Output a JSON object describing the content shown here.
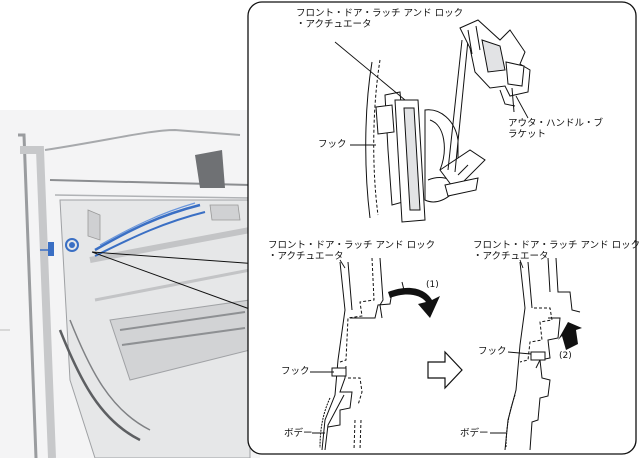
{
  "labels": {
    "top_latch_line1": "フロント・ドア・ラッチ アンド ロック",
    "top_latch_line2": "・アクチュエータ",
    "top_hook": "フック",
    "outer_handle_line1": "アウタ・ハンドル・ブ",
    "outer_handle_line2": "ラケット",
    "left_latch_line1": "フロント・ドア・ラッチ アンド ロック",
    "left_latch_line2": "・アクチュエータ",
    "left_hook": "フック",
    "left_body": "ボデー",
    "step1": "(1)",
    "right_latch_line1": "フロント・ドア・ラッチ アンド ロック",
    "right_latch_line2": "・アクチュエータ",
    "right_hook": "フック",
    "right_body": "ボデー",
    "step2": "(2)"
  },
  "colors": {
    "highlight_blue": "#3a6fc4",
    "line": "#111111",
    "panel_gray": "#d9dadc"
  }
}
